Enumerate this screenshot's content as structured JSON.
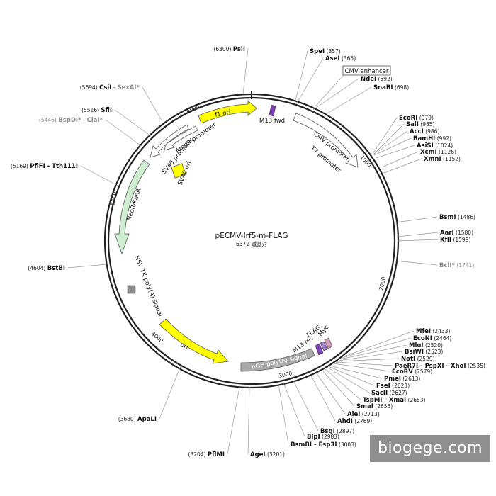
{
  "plasmid": {
    "name": "pECMV-Irf5-m-FLAG",
    "length_text": "6372 碱基对",
    "length_bp": 6372
  },
  "ticks": [
    "1000",
    "2000",
    "3000",
    "4000",
    "5000",
    "6000"
  ],
  "features": {
    "f1_ori": "f1 ori",
    "m13_fwd": "M13 fwd",
    "cmv_enhancer": "CMV enhancer",
    "cmv_promoter": "CMV promoter",
    "t7_promoter": "T7 promoter",
    "ampr_promoter": "AmpR promoter",
    "sv40_promoter": "SV40 promoter",
    "sv40_ori": "SV40 ori",
    "neor_kanr": "NeoR/KanR",
    "hsv_tk_polya": "HSV TK poly(A) signal",
    "ori": "ori",
    "hgh_polya": "hGH poly(A) signal",
    "m13_rev": "M13 rev",
    "flag": "FLAG",
    "myc": "Myc"
  },
  "sites": [
    {
      "id": "psii",
      "name": "PsiI",
      "pos": "(6300)",
      "gray": false
    },
    {
      "id": "csii",
      "name": "CsiI",
      "name2": "SexAI*",
      "pos": "(5694)",
      "gray": false
    },
    {
      "id": "sfii",
      "name": "SfiI",
      "pos": "(5516)",
      "gray": false
    },
    {
      "id": "bspdi",
      "name": "BspDI*",
      "name2": "ClaI*",
      "pos": "(5446)",
      "gray": true
    },
    {
      "id": "pflfi",
      "name": "PflFI - Tth111I",
      "pos": "(5169)",
      "gray": false
    },
    {
      "id": "bstbi",
      "name": "BstBI",
      "pos": "(4604)",
      "gray": false
    },
    {
      "id": "apali",
      "name": "ApaLI",
      "pos": "(3680)",
      "gray": false
    },
    {
      "id": "pflmi",
      "name": "PflMI",
      "pos": "(3204)",
      "gray": false
    },
    {
      "id": "agei",
      "name": "AgeI",
      "pos": "(3201)",
      "gray": false
    },
    {
      "id": "bsmbi",
      "name": "BsmBI - Esp3I",
      "pos": "(3003)",
      "gray": false
    },
    {
      "id": "blpi",
      "name": "BlpI",
      "pos": "(2983)",
      "gray": false
    },
    {
      "id": "bsgi",
      "name": "BsgI",
      "pos": "(2897)",
      "gray": false
    },
    {
      "id": "ahdi",
      "name": "AhdI",
      "pos": "(2769)",
      "gray": false
    },
    {
      "id": "alei",
      "name": "AleI",
      "pos": "(2713)",
      "gray": false
    },
    {
      "id": "smai",
      "name": "SmaI",
      "pos": "(2655)",
      "gray": false
    },
    {
      "id": "tspmi",
      "name": "TspMI - XmaI",
      "pos": "(2653)",
      "gray": false
    },
    {
      "id": "sacii",
      "name": "SacII",
      "pos": "(2627)",
      "gray": false
    },
    {
      "id": "fsei",
      "name": "FseI",
      "pos": "(2623)",
      "gray": false
    },
    {
      "id": "pmei",
      "name": "PmeI",
      "pos": "(2613)",
      "gray": false
    },
    {
      "id": "ecorv",
      "name": "EcoRV",
      "pos": "(2579)",
      "gray": false
    },
    {
      "id": "paer7i",
      "name": "PaeR7I - PspXI - XhoI",
      "pos": "(2535)",
      "gray": false
    },
    {
      "id": "noti",
      "name": "NotI",
      "pos": "(2529)",
      "gray": false
    },
    {
      "id": "bsiwi",
      "name": "BsiWI",
      "pos": "(2523)",
      "gray": false
    },
    {
      "id": "mlui",
      "name": "MluI",
      "pos": "(2520)",
      "gray": false
    },
    {
      "id": "econi",
      "name": "EcoNI",
      "pos": "(2464)",
      "gray": false
    },
    {
      "id": "mfei",
      "name": "MfeI",
      "pos": "(2433)",
      "gray": false
    },
    {
      "id": "bcli",
      "name": "BclI*",
      "pos": "(1741)",
      "gray": true
    },
    {
      "id": "kfli",
      "name": "KflI",
      "pos": "(1599)",
      "gray": false
    },
    {
      "id": "aari",
      "name": "AarI",
      "pos": "(1580)",
      "gray": false
    },
    {
      "id": "bsmi",
      "name": "BsmI",
      "pos": "(1486)",
      "gray": false
    },
    {
      "id": "xmni",
      "name": "XmnI",
      "pos": "(1152)",
      "gray": false
    },
    {
      "id": "xcmi",
      "name": "XcmI",
      "pos": "(1126)",
      "gray": false
    },
    {
      "id": "asisi",
      "name": "AsiSI",
      "pos": "(1024)",
      "gray": false
    },
    {
      "id": "bamhi",
      "name": "BamHI",
      "pos": "(992)",
      "gray": false
    },
    {
      "id": "acci",
      "name": "AccI",
      "pos": "(986)",
      "gray": false
    },
    {
      "id": "sali",
      "name": "SalI",
      "pos": "(985)",
      "gray": false
    },
    {
      "id": "ecori",
      "name": "EcoRI",
      "pos": "(979)",
      "gray": false
    },
    {
      "id": "snabi",
      "name": "SnaBI",
      "pos": "(698)",
      "gray": false
    },
    {
      "id": "ndei",
      "name": "NdeI",
      "pos": "(592)",
      "gray": false
    },
    {
      "id": "asei",
      "name": "AseI",
      "pos": "(365)",
      "gray": false
    },
    {
      "id": "spei",
      "name": "SpeI",
      "pos": "(357)",
      "gray": false
    }
  ],
  "watermark": "biogege.com",
  "colors": {
    "f1_ori": "#ffff00",
    "ori": "#ffff00",
    "sv40_ori": "#ffff00",
    "neor": "#cfeecf",
    "hgh": "#a9a9a9",
    "m13": "#7d3fb4",
    "flag": "#a47bd0",
    "myc": "#d49bc0"
  }
}
